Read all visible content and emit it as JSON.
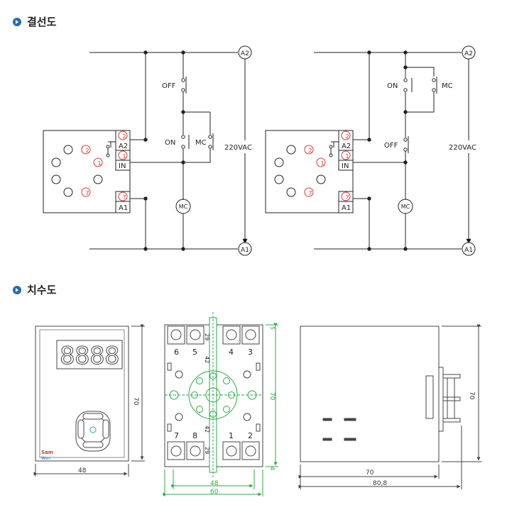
{
  "sections": {
    "wiring": "결선도",
    "dimensions": "치수도"
  },
  "wiring": {
    "terminals": {
      "a2": "A2",
      "a1": "A1",
      "in": "IN"
    },
    "circle_labels": {
      "a2": "A2",
      "a1": "A1"
    },
    "pin_numbers": {
      "p2": "2",
      "p1": "1",
      "p7": "7"
    },
    "off": "OFF",
    "on": "ON",
    "mc": "MC",
    "voltage": "220VAC"
  },
  "dimensions": {
    "front_width": "48",
    "front_height": "70",
    "display_digits": [
      "8",
      "8",
      "8",
      "8"
    ],
    "brand": "Sam",
    "brand_sub": "Won",
    "socket_pins": {
      "p6": "6",
      "p5": "5",
      "p4": "4",
      "p3": "3",
      "p7": "7",
      "p8": "8",
      "p1": "1",
      "p2": "2"
    },
    "socket_height": "70",
    "socket_width": "48",
    "socket_width2": "60",
    "socket_inner": "42",
    "socket_small": "29",
    "side_depth": "70",
    "side_depth_total": "80,8",
    "side_height": "70",
    "dim_4": "4",
    "dim_5": "5"
  }
}
